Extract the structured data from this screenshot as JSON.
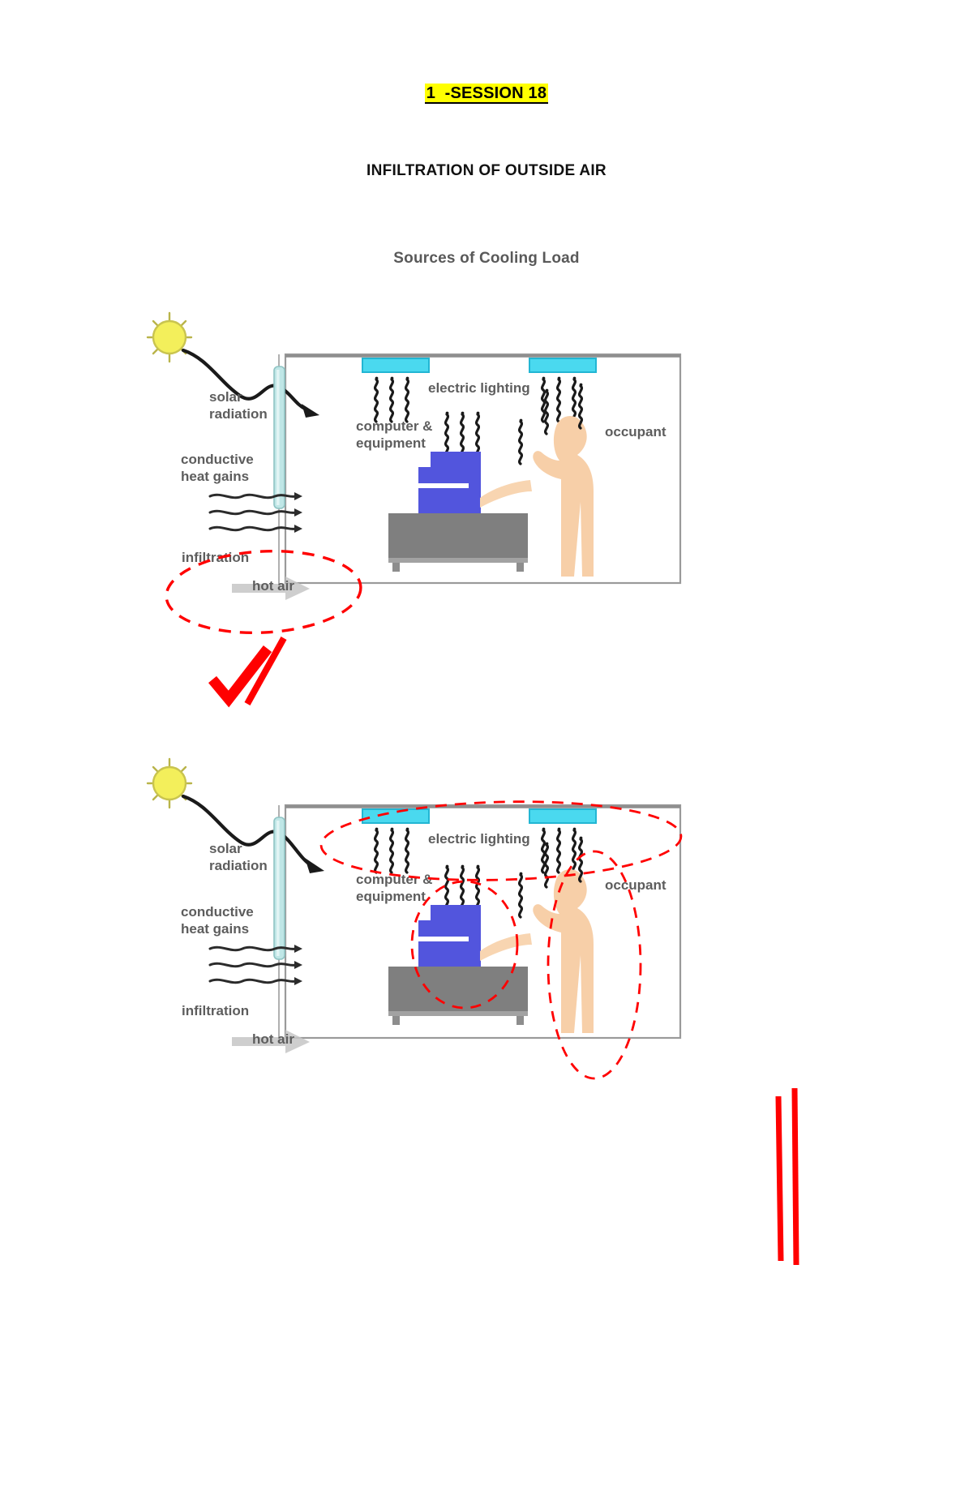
{
  "document": {
    "title": "1  -SESSION 18",
    "section_heading": "INFILTRATION OF OUTSIDE AIR",
    "sub_heading": "Sources of Cooling Load"
  },
  "colors": {
    "highlight": "#ffff00",
    "annotation_red": "#ff0000",
    "sun_yellow": "#f2ee5a",
    "window_glass": "#b8e4e4",
    "light_fixture": "#4ad9ef",
    "monitor_blue": "#5255dd",
    "desk_gray": "#808080",
    "skin": "#f7cfa8",
    "label_gray": "#595959",
    "room_outline": "#9a9a9a"
  },
  "figures": [
    {
      "id": "figure-1",
      "caption_labels": {
        "solar_radiation": "solar\nradiation",
        "solar_radiation_line1": "solar",
        "solar_radiation_line2": "radiation",
        "conductive_line1": "conductive",
        "conductive_line2": "heat gains",
        "infiltration": "infiltration",
        "hot_air": "hot air",
        "electric_lighting": "electric lighting",
        "computer_line1": "computer &",
        "computer_line2": "equipment",
        "occupant": "occupant"
      },
      "annotations": [
        {
          "name": "infiltration-highlight-ellipse",
          "shape": "dashed-ellipse",
          "color": "#ff0000"
        },
        {
          "name": "red-check-mark",
          "shape": "check",
          "color": "#ff0000"
        },
        {
          "name": "red-pointer-line",
          "shape": "line",
          "color": "#ff0000"
        }
      ]
    },
    {
      "id": "figure-2",
      "caption_labels": {
        "solar_radiation_line1": "solar",
        "solar_radiation_line2": "radiation",
        "conductive_line1": "conductive",
        "conductive_line2": "heat gains",
        "infiltration": "infiltration",
        "hot_air": "hot air",
        "electric_lighting": "electric lighting",
        "computer_line1": "computer &",
        "computer_line2": "equipment",
        "occupant": "occupant"
      },
      "annotations": [
        {
          "name": "electric-lighting-highlight-ellipse",
          "shape": "dashed-ellipse",
          "color": "#ff0000"
        },
        {
          "name": "computer-equipment-highlight-ellipse",
          "shape": "dashed-ellipse",
          "color": "#ff0000"
        },
        {
          "name": "occupant-highlight-ellipse",
          "shape": "dashed-ellipse",
          "color": "#ff0000"
        },
        {
          "name": "red-vertical-line-1",
          "shape": "line",
          "color": "#ff0000"
        },
        {
          "name": "red-vertical-line-2",
          "shape": "line",
          "color": "#ff0000"
        }
      ]
    }
  ],
  "icons": {
    "sun": "sun-icon",
    "window_pane": "window-pane-icon",
    "ceiling_light": "ceiling-light-icon",
    "heat_squiggle": "heat-squiggle-icon",
    "wavy_arrow": "wavy-arrow-icon",
    "hot_air_arrow": "hot-air-arrow-icon",
    "monitor": "computer-monitor-icon",
    "desk": "desk-icon",
    "person": "occupant-person-icon",
    "check": "check-mark-icon"
  }
}
